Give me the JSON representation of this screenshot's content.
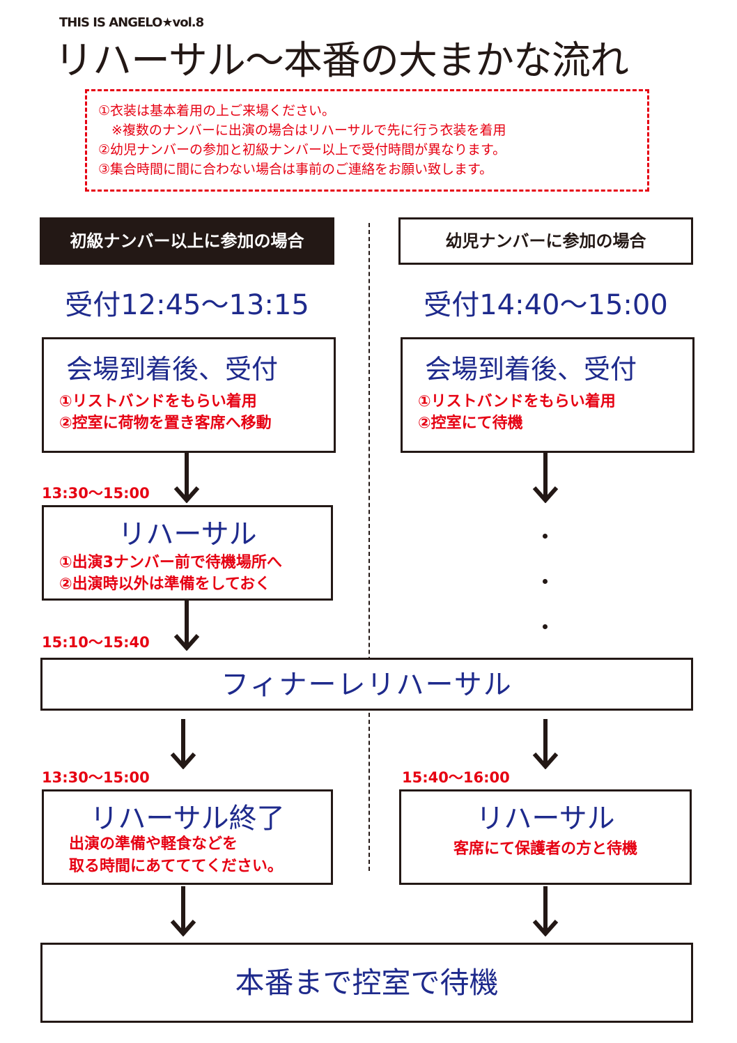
{
  "header": {
    "subtitle": "THIS IS ANGELO★vol.8",
    "title": "リハーサル～本番の大まかな流れ"
  },
  "notes": [
    "①衣装は基本着用の上ご来場ください。",
    "　※複数のナンバーに出演の場合はリハーサルで先に行う衣装を着用",
    "②幼児ナンバーの参加と初級ナンバー以上で受付時間が異なります。",
    "③集合時間に間に合わない場合は事前のご連絡をお願い致します。"
  ],
  "left": {
    "header": "初級ナンバー以上に参加の場合",
    "reception": "受付12:45～13:15",
    "step1": {
      "title": "会場到着後、受付",
      "lines": [
        "①リストバンドをもらい着用",
        "②控室に荷物を置き客席へ移動"
      ]
    },
    "time2": "13:30～15:00",
    "step2": {
      "title": "リハーサル",
      "lines": [
        "①出演3ナンバー前で待機場所へ",
        "②出演時以外は準備をしておく"
      ]
    },
    "time3": "15:10～15:40",
    "time4": "13:30～15:00",
    "step4": {
      "title": "リハーサル終了",
      "lines": [
        "出演の準備や軽食などを",
        "取る時間にあてててください。"
      ]
    }
  },
  "right": {
    "header": "幼児ナンバーに参加の場合",
    "reception": "受付14:40～15:00",
    "step1": {
      "title": "会場到着後、受付",
      "lines": [
        "①リストバンドをもらい着用",
        "②控室にて待機"
      ]
    },
    "time4": "15:40～16:00",
    "step4": {
      "title": "リハーサル",
      "lines": [
        "客席にて保護者の方と待機"
      ]
    }
  },
  "finale": "フィナーレリハーサル",
  "final": "本番まで控室で待機"
}
